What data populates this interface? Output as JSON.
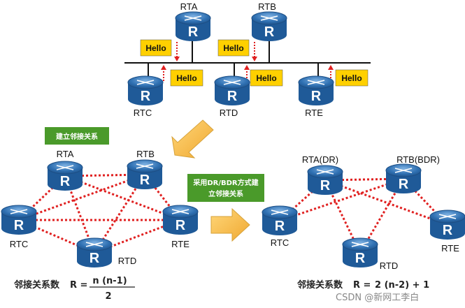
{
  "top": {
    "routers": [
      "RTA",
      "RTB",
      "RTC",
      "RTD",
      "RTE"
    ],
    "hello_label": "Hello"
  },
  "full_mesh": {
    "caption": "建立邻接关系",
    "routers": [
      "RTA",
      "RTB",
      "RTC",
      "RTD",
      "RTE"
    ],
    "formula_prefix": "邻接关系数",
    "formula_var": "R =",
    "numerator": "n (n-1)",
    "denominator": "2"
  },
  "dr_bdr": {
    "caption_line1": "采用DR/BDR方式建",
    "caption_line2": "立邻接关系",
    "routers": [
      "RTA(DR)",
      "RTB(BDR)",
      "RTC",
      "RTD",
      "RTE"
    ],
    "formula_prefix": "邻接关系数",
    "formula_var": "R =",
    "formula_value": "2 (n-2) + 1"
  },
  "router_glyph": "R",
  "watermark": "CSDN @新网工李白",
  "colors": {
    "router_blue": "#2e6fb0",
    "link_red": "#e02020",
    "hello_yellow": "#ffd000",
    "caption_green": "#4a9a2a",
    "arrow_orange": "#f5b840"
  }
}
